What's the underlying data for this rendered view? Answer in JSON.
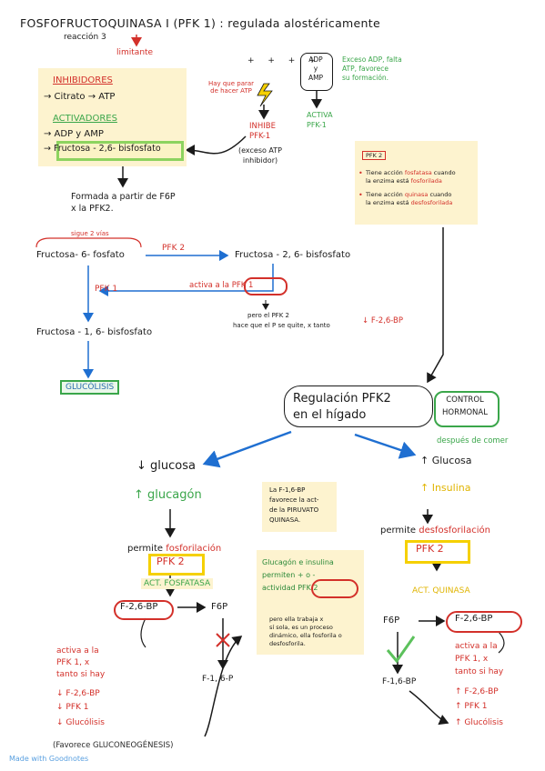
{
  "title": "FOSFOFRUCTOQUINASA I (PFK 1) : regulada alostéricamente",
  "reaccion": "reacción 3",
  "limitante": "limitante",
  "inhibidores": {
    "heading": "INHIBIDORES",
    "line1": "→ Citrato → ATP"
  },
  "activadores": {
    "heading": "ACTIVADORES",
    "line1": "→ ADP y AMP",
    "line2": "→ Fructosa - 2,6- bisfosfato"
  },
  "formada": "Formada a partir de F6P\nx la PFK2.",
  "stars_label": "+ + + +",
  "bolt_note": "Hay que parar de hacer ATP",
  "inhibe": "INHIBE\nPFK-1",
  "exceso_atp": "(exceso ATP\ninhibidor)",
  "adp_amp": "ADP\ny\nAMP",
  "exceso_adp_note": "Exceso ADP, falta\nATP, favorece\nsu formación.",
  "activa": "ACTIVA\nPFK-1",
  "pfk2_box": {
    "title": "PFK 2",
    "line1_a": "Tiene acción ",
    "line1_b": "fosfatasa",
    "line1_c": " cuando\nla enzima está ",
    "line1_d": "fosforilada",
    "line2_a": "Tiene acción ",
    "line2_b": "quinasa",
    "line2_c": " cuando\nla enzima está ",
    "line2_d": "desfosforilada"
  },
  "sigue_2_vias": "sigue 2 vías",
  "f6p": "Fructosa- 6- fosfato",
  "pfk2_arrow": "PFK 2",
  "f26bp": "Fructosa - 2, 6- bisfosfato",
  "pfk1_label": "PFK 1",
  "activa_la": "activa a la PFK 1",
  "pero_el": "pero el PFK 2",
  "hace_que": "hace que el P se quite, x tanto",
  "f26bp_down": "↓ F-2,6-BP",
  "f16bp": "Fructosa - 1, 6- bisfosfato",
  "glucolisis": "GLUCÓLISIS",
  "regulacion": "Regulación PFK2\nen el hígado",
  "control": "CONTROL\nHORMONAL",
  "despues_comer": "después de comer",
  "left": {
    "glucosa": "↓ glucosa",
    "glucagon": "↑ glucagón",
    "permite": "permite fosforilación",
    "pfk2": "PFK 2",
    "act": "ACT. FOSFATASA",
    "f26bp": "F-2,6-BP",
    "f6p": "F6P",
    "f16p": "F-1, 6-P",
    "activa": "activa a la\nPFK 1, x\ntanto si hay",
    "l1": "↓ F-2,6-BP",
    "l2": "↓ PFK 1",
    "l3": "↓ Glucólisis",
    "favorece": "(Favorece GLUCONEOGÉNESIS)"
  },
  "note_mid_top": "La F-1,6-BP\nfavorece la act-\nde la PIRUVATO\nQUINASA.",
  "note_mid": "Glucagón e insulina\npermiten + o -\nactividad PFK 2",
  "note_mid_small": "pero ella trabaja x\nsí sola, es un proceso\ndinámico, ella fosforila o\ndesfosforila.",
  "right": {
    "glucosa": "↑ Glucosa",
    "insulina": "↑ Insulina",
    "permite": "permite desfosforilación",
    "pfk2": "PFK 2",
    "act": "ACT. QUINASA",
    "f6p": "F6P",
    "f26bp": "F-2,6-BP",
    "f16bp": "F-1,6-BP",
    "activa": "activa a la\nPFK 1, x\ntanto si hay",
    "l1": "↑ F-2,6-BP",
    "l2": "↑ PFK 1",
    "l3": "↑ Glucólisis"
  },
  "footer": "Made with Goodnotes"
}
